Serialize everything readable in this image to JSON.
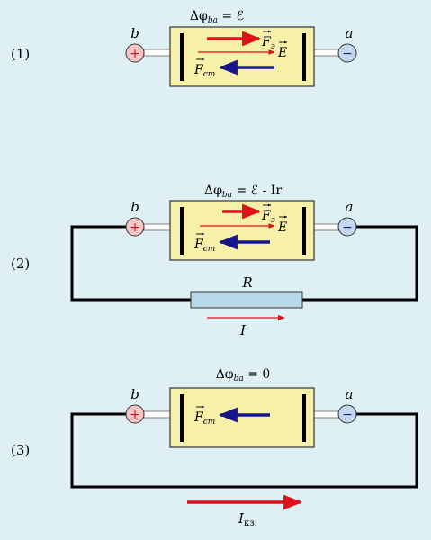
{
  "colors": {
    "background": "#dff0f4",
    "source_fill": "#f7f0a8",
    "resistor_fill": "#b9d8ea",
    "positive_terminal": "#f4c6c6",
    "negative_terminal": "#c3d8ee",
    "force_external": "#e0101a",
    "force_coulomb": "#16168a",
    "wire": "#000000"
  },
  "panels": [
    {
      "label": "(1)",
      "delta_phi": "Δφ",
      "delta_phi_sub": "ba",
      "delta_phi_rhs": " = ℰ",
      "terminal_b": "b",
      "terminal_a": "a",
      "plus_sign": "+",
      "minus_sign": "−",
      "force_external": "F",
      "force_external_sub": "э",
      "field": "E",
      "force_coulomb": "F",
      "force_coulomb_sub": "ст"
    },
    {
      "label": "(2)",
      "delta_phi": "Δφ",
      "delta_phi_sub": "ba",
      "delta_phi_rhs": " = ℰ - Ir",
      "terminal_b": "b",
      "terminal_a": "a",
      "plus_sign": "+",
      "minus_sign": "−",
      "force_external": "F",
      "force_external_sub": "э",
      "field": "E",
      "force_coulomb": "F",
      "force_coulomb_sub": "ст",
      "resistor": "R",
      "current": "I"
    },
    {
      "label": "(3)",
      "delta_phi": "Δφ",
      "delta_phi_sub": "ba",
      "delta_phi_rhs": " = 0",
      "terminal_b": "b",
      "terminal_a": "a",
      "plus_sign": "+",
      "minus_sign": "−",
      "force_coulomb": "F",
      "force_coulomb_sub": "ст",
      "current": "I",
      "current_sub": "кз."
    }
  ]
}
